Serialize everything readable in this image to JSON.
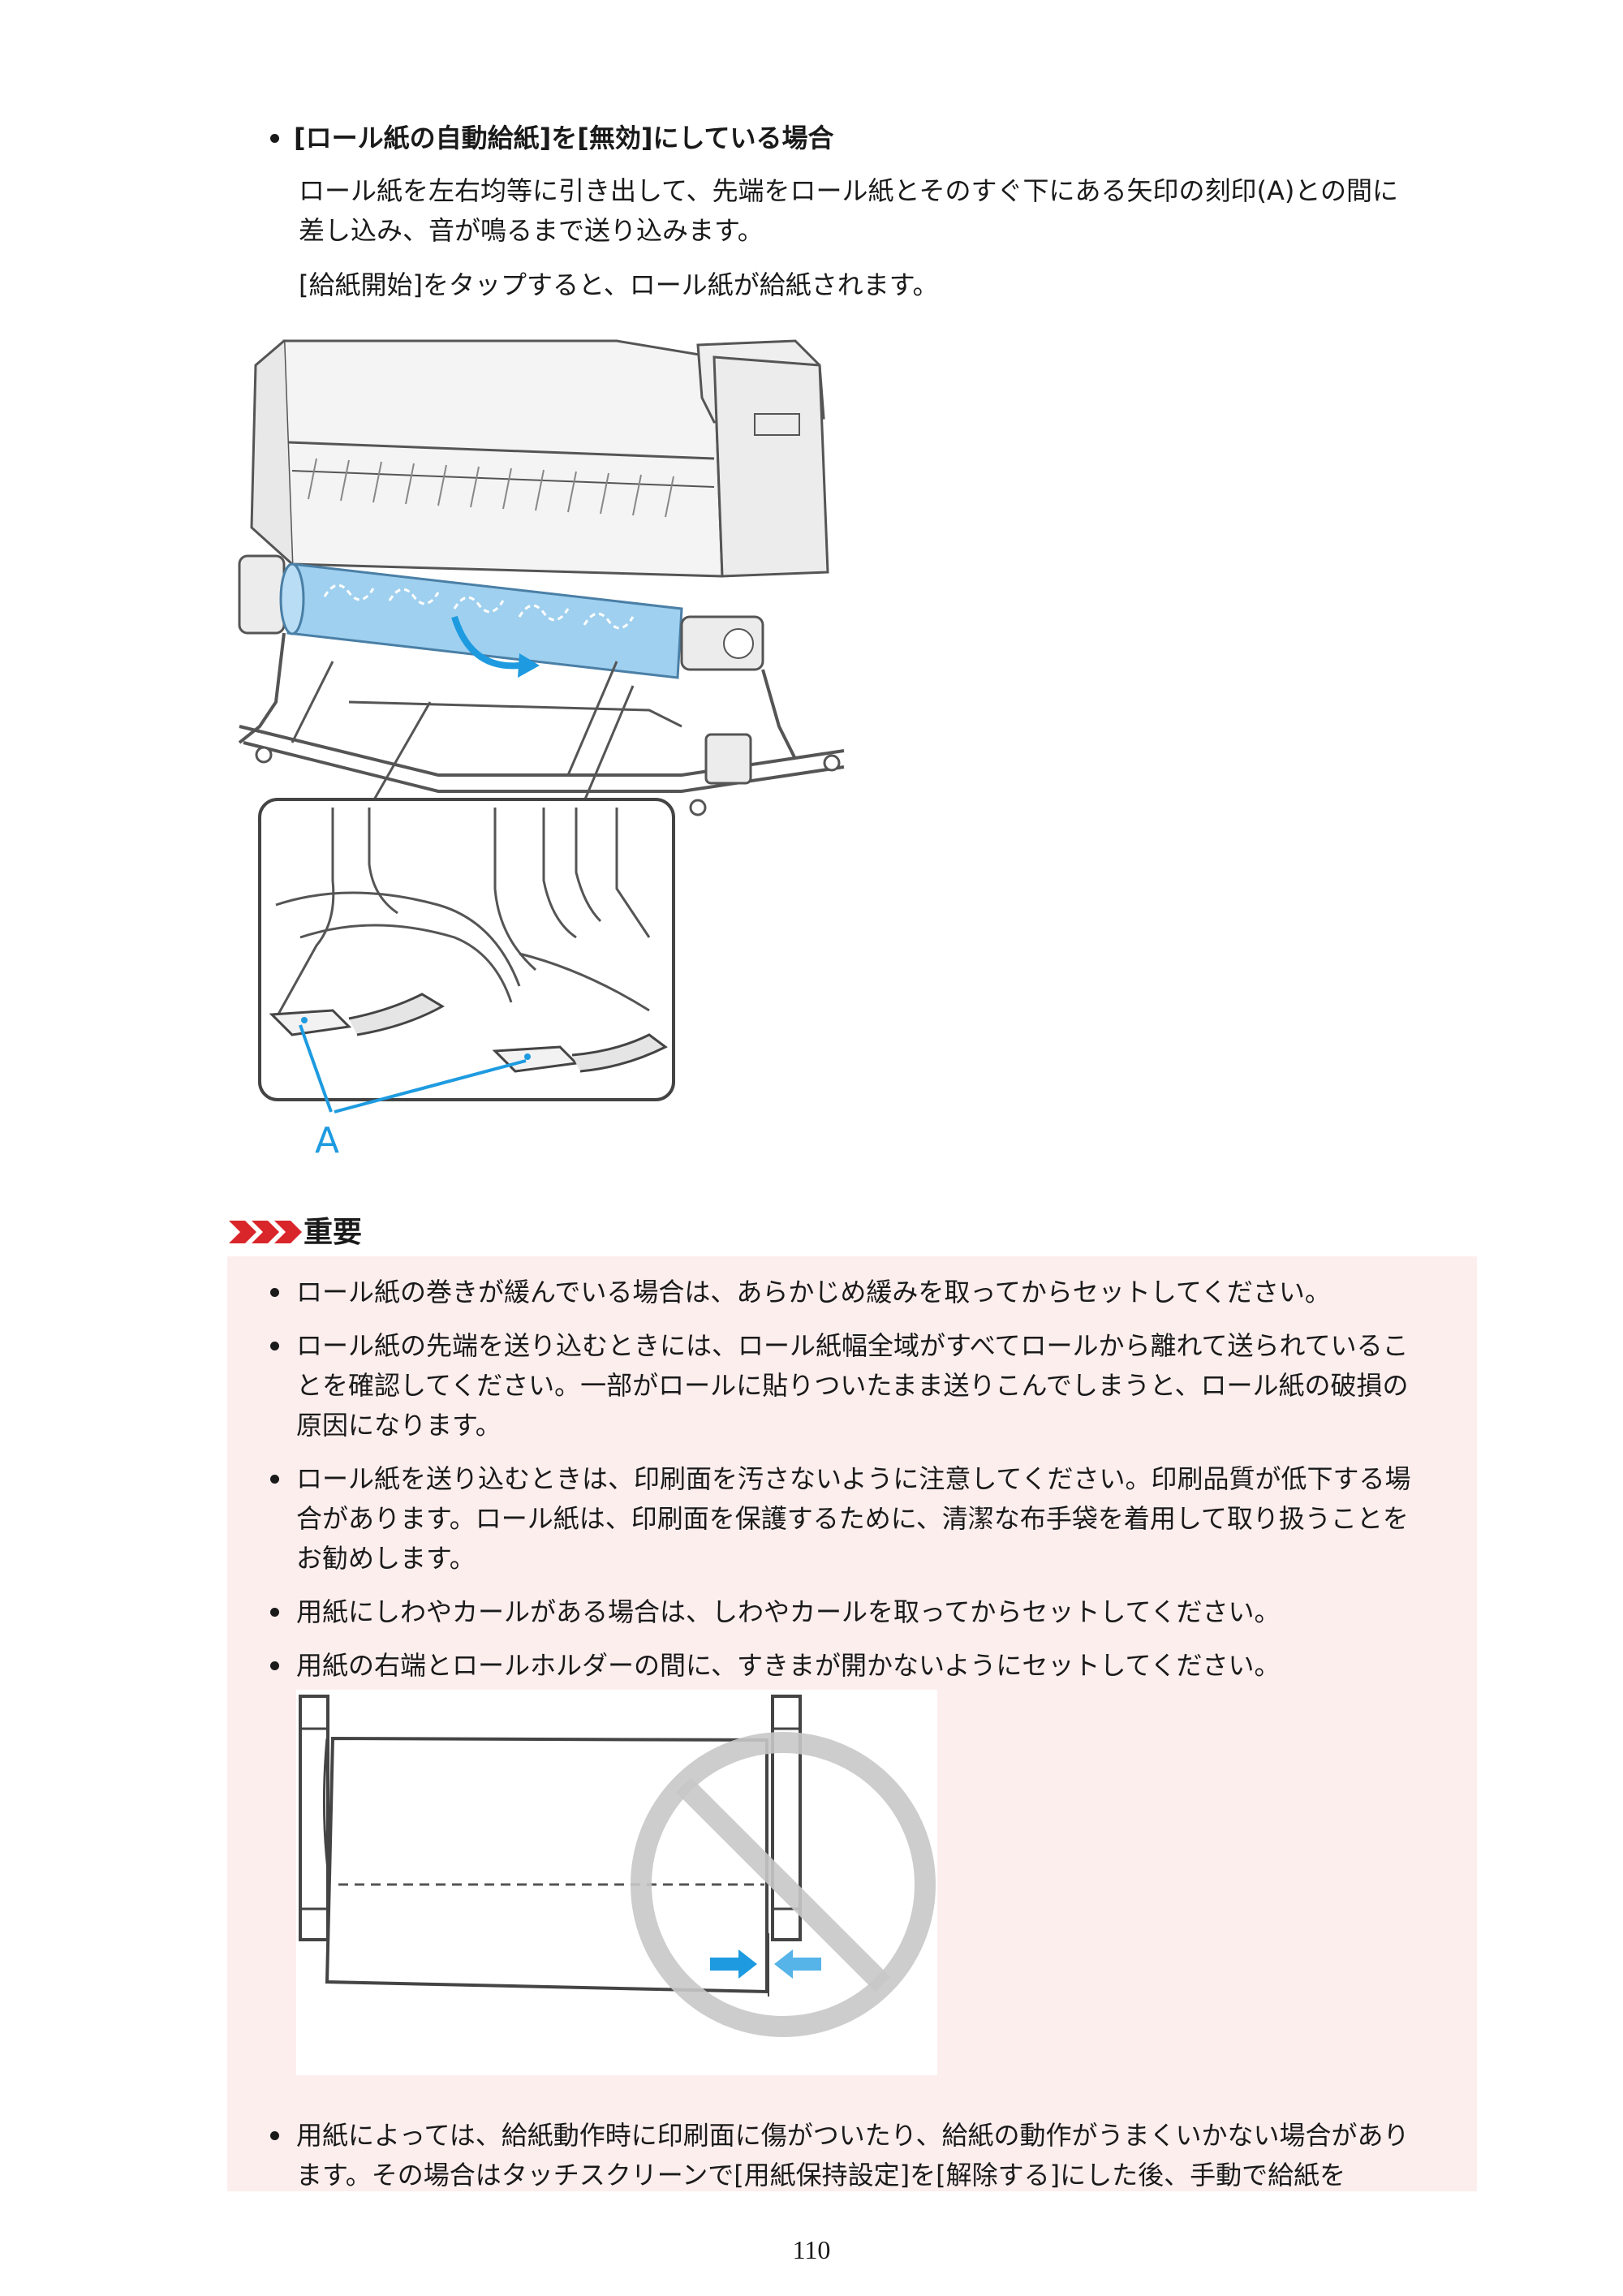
{
  "section": {
    "heading": "[ロール紙の自動給紙]を[無効]にしている場合",
    "para_lines": [
      "ロール紙を左右均等に引き出して、先端をロール紙とそのすぐ下にある矢印の刻印(A)との間に",
      "差し込み、音が鳴るまで送り込みます。"
    ],
    "para2": "[給紙開始]をタップすると、ロール紙が給紙されます。",
    "figure_callout": "A"
  },
  "important": {
    "title": "重要",
    "items": [
      {
        "lines": [
          "ロール紙の巻きが緩んでいる場合は、あらかじめ緩みを取ってからセットしてください。"
        ]
      },
      {
        "lines": [
          "ロール紙の先端を送り込むときには、ロール紙幅全域がすべてロールから離れて送られているこ",
          "とを確認してください。一部がロールに貼りついたまま送りこんでしまうと、ロール紙の破損の",
          "原因になります。"
        ]
      },
      {
        "lines": [
          "ロール紙を送り込むときは、印刷面を汚さないように注意してください。印刷品質が低下する場",
          "合があります。ロール紙は、印刷面を保護するために、清潔な布手袋を着用して取り扱うことを",
          "お勧めします。"
        ]
      },
      {
        "lines": [
          "用紙にしわやカールがある場合は、しわやカールを取ってからセットしてください。"
        ]
      },
      {
        "lines": [
          "用紙の右端とロールホルダーの間に、すきまが開かないようにセットしてください。"
        ]
      },
      {
        "lines": [
          "用紙によっては、給紙動作時に印刷面に傷がついたり、給紙の動作がうまくいかない場合があり",
          "ます。その場合はタッチスクリーンで[用紙保持設定]を[解除する]にした後、手動で給紙を"
        ]
      }
    ]
  },
  "page_number": "110",
  "colors": {
    "important_bg": "#fdeeee",
    "important_marker": "#d9262a",
    "paper_blue": "#9fd0ef",
    "arrow_blue": "#1e9be0",
    "prohibit_gray": "#c8c8c8"
  }
}
